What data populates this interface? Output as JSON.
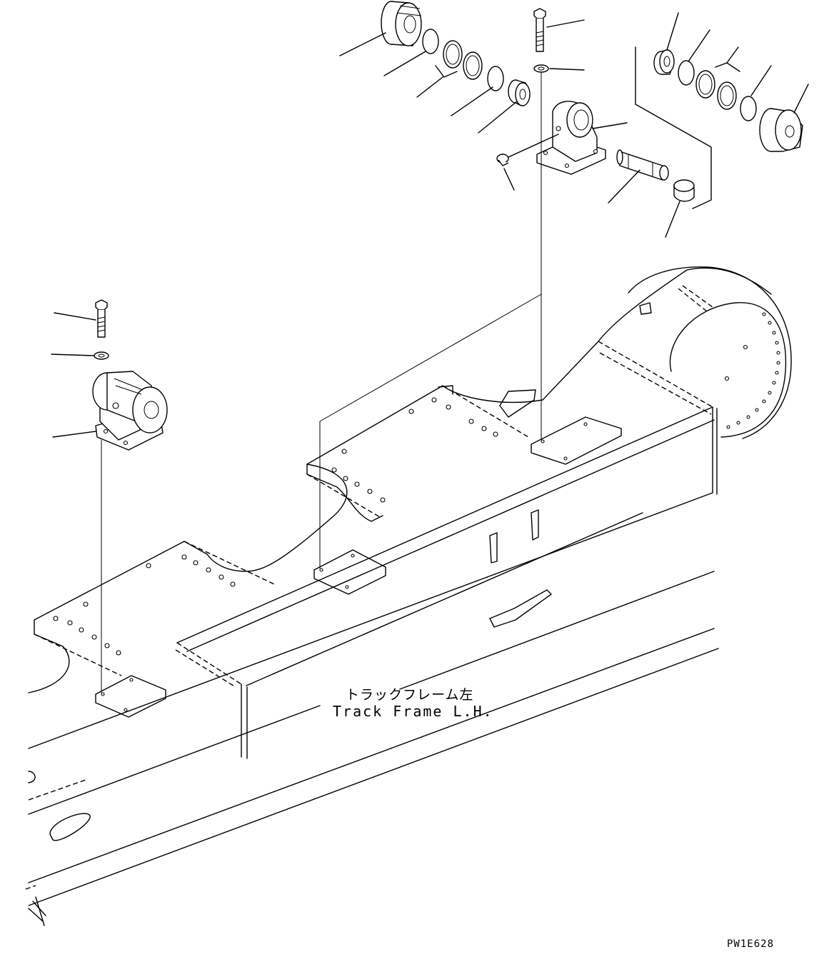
{
  "labels": {
    "frame_jp": "トラックフレーム左",
    "frame_en": "Track Frame L.H.",
    "drawing_code": "PW1E628"
  },
  "colors": {
    "line": "#000000",
    "background": "#ffffff"
  }
}
